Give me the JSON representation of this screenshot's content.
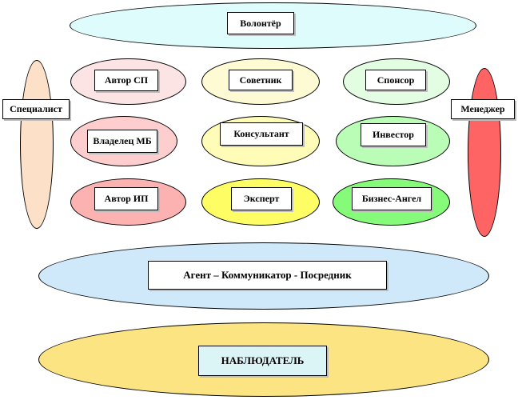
{
  "roles": {
    "volunteer": "Волонтёр",
    "specialist": "Специалист",
    "manager": "Менеджер",
    "author_sp": "Автор СП",
    "owner_mb": "Владелец МБ",
    "author_ip": "Автор ИП",
    "advisor": "Советник",
    "consultant": "Консультант",
    "expert": "Эксперт",
    "sponsor": "Спонсор",
    "investor": "Инвестор",
    "business_angel": "Бизнес-Ангел",
    "agent": "Агент – Коммуникатор - Посредник",
    "observer": "НАБЛЮДАТЕЛЬ"
  },
  "colors": {
    "volunteer": "#dffcfd",
    "specialist": "#fde0c8",
    "manager": "#ff6464",
    "author_sp": "#fde4e4",
    "owner_mb": "#fecdcd",
    "author_ip": "#fdb2b2",
    "advisor": "#fefbd4",
    "consultant": "#fefcb6",
    "expert": "#fefe64",
    "sponsor": "#e2fde2",
    "investor": "#bafdb6",
    "business_angel": "#86fb7a",
    "agent": "#cfe9fb",
    "observer": "#fce483",
    "observer_label_bg": "#dbf5f7"
  }
}
